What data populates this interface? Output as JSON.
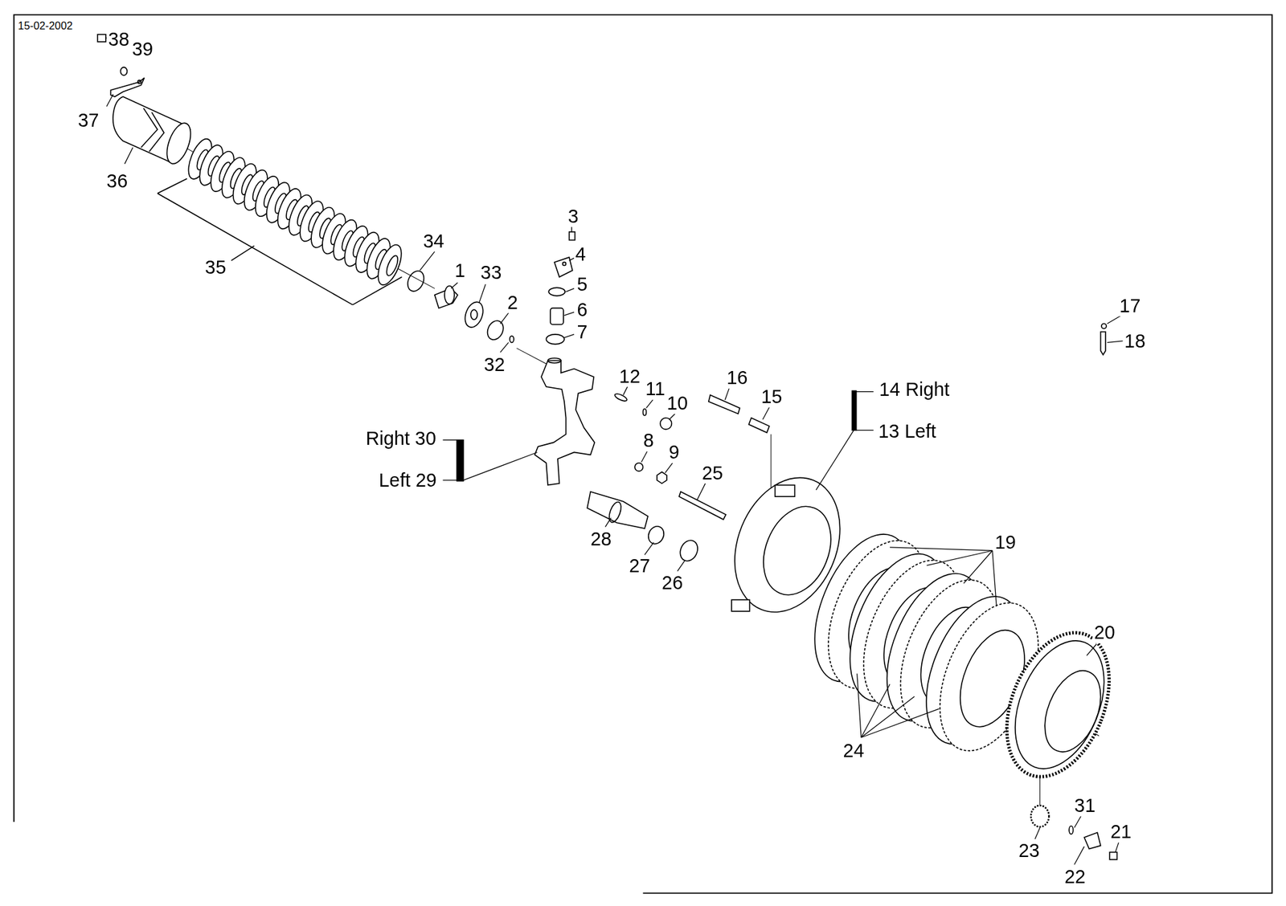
{
  "diagram": {
    "labels": [
      "15-02-2002",
      "38",
      "39",
      "37",
      "36",
      "35",
      "34",
      "1",
      "33",
      "2",
      "32",
      "3",
      "4",
      "5",
      "6",
      "7",
      "12",
      "11",
      "10",
      "16",
      "15",
      "14 Right",
      "13 Left",
      "Right 30",
      "Left 29",
      "8",
      "9",
      "25",
      "28",
      "27",
      "26",
      "19",
      "24",
      "20",
      "17",
      "18",
      "23",
      "31",
      "21",
      "22"
    ]
  }
}
